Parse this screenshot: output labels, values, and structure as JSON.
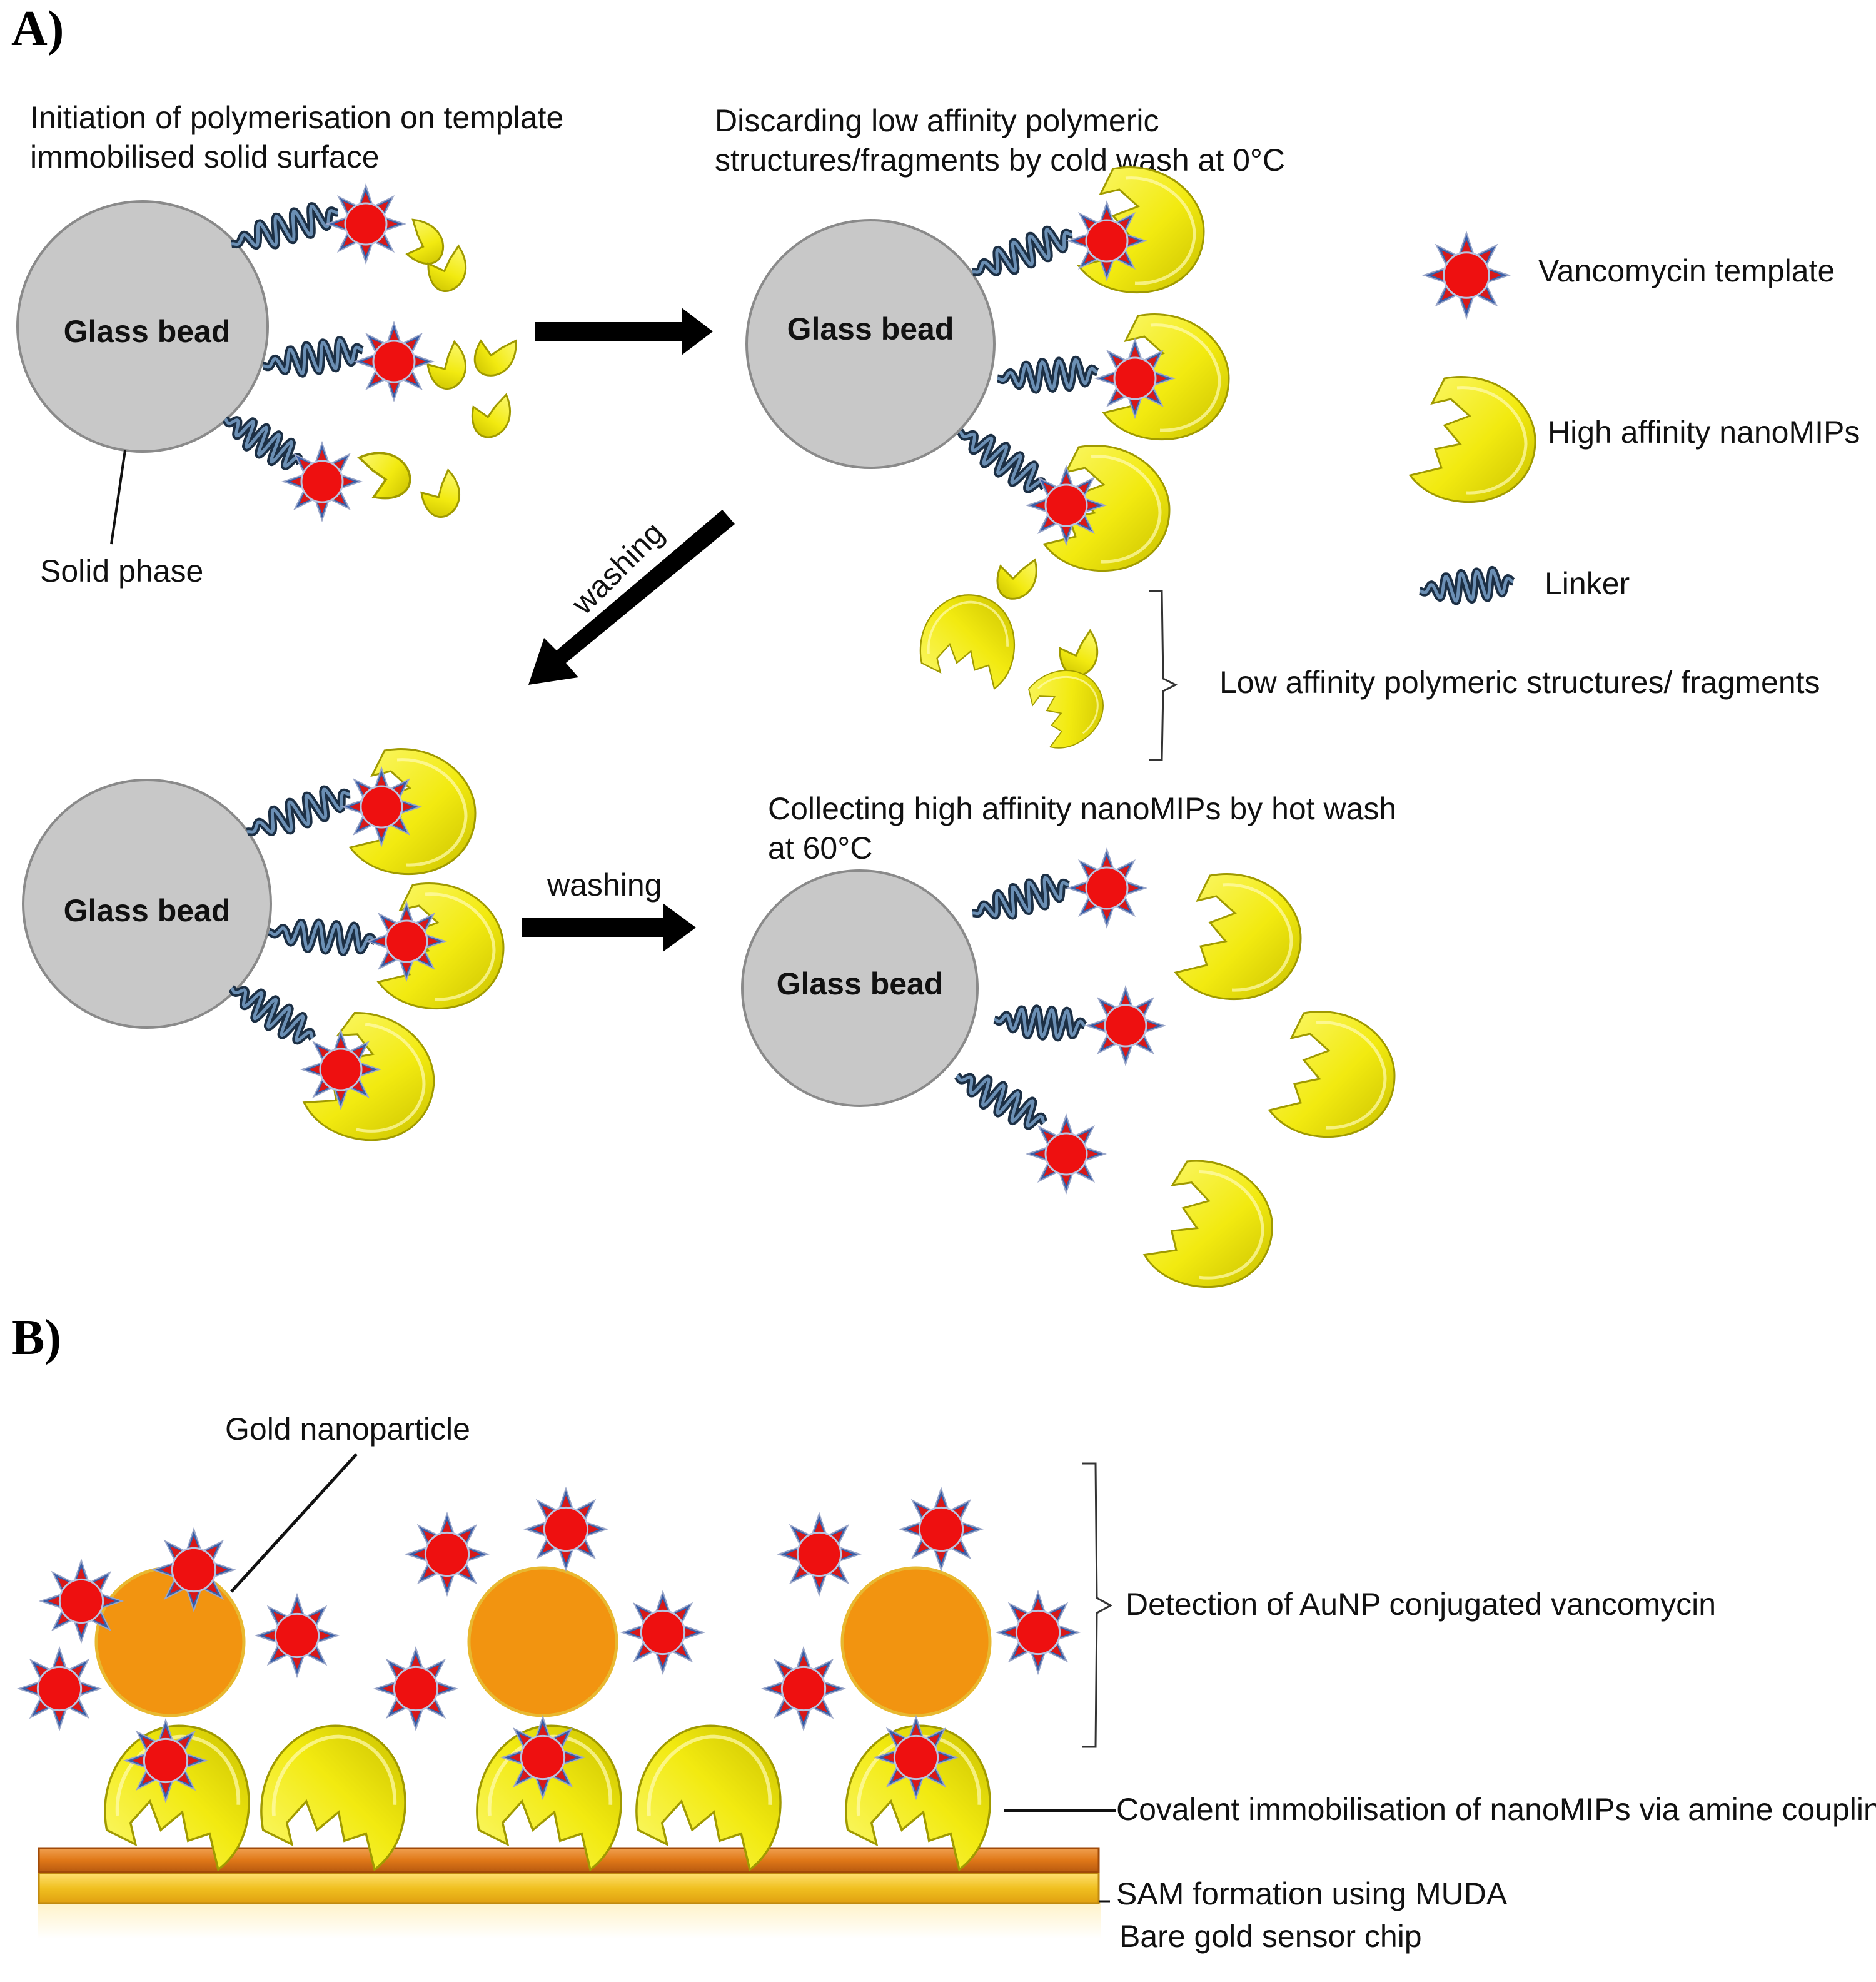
{
  "panels": {
    "a": "A)",
    "b": "B)"
  },
  "steps": {
    "initiation": [
      "Initiation of polymerisation on template",
      "immobilised solid surface"
    ],
    "discarding": [
      "Discarding low affinity polymeric",
      "structures/fragments by cold wash at 0°C"
    ],
    "collecting": [
      "Collecting high affinity nanoMIPs by hot wash",
      "at 60°C"
    ]
  },
  "bead_label": "Glass bead",
  "solid_phase": "Solid phase",
  "arrows": {
    "diagonal": "washing",
    "lower": "washing"
  },
  "legend": {
    "template": "Vancomycin template",
    "nanomips": "High affinity nanoMIPs",
    "linker": "Linker",
    "low_affinity": "Low affinity polymeric structures/ fragments"
  },
  "panel_b": {
    "gold_np": "Gold nanoparticle",
    "detection": "Detection of AuNP conjugated vancomycin",
    "covalent": "Covalent immobilisation of nanoMIPs via amine coupling",
    "sam": "SAM formation using MUDA",
    "bare": "Bare gold sensor chip"
  },
  "colors": {
    "star_fill": "#ee1010",
    "star_spike": "#3a5fa8",
    "mip": "#f2ee10",
    "bead": "#c8c8c8",
    "gold_np": "#f29410",
    "sam_layer": "#e07818",
    "gold_chip": "#f0c020",
    "linker": "#2e4a66"
  }
}
